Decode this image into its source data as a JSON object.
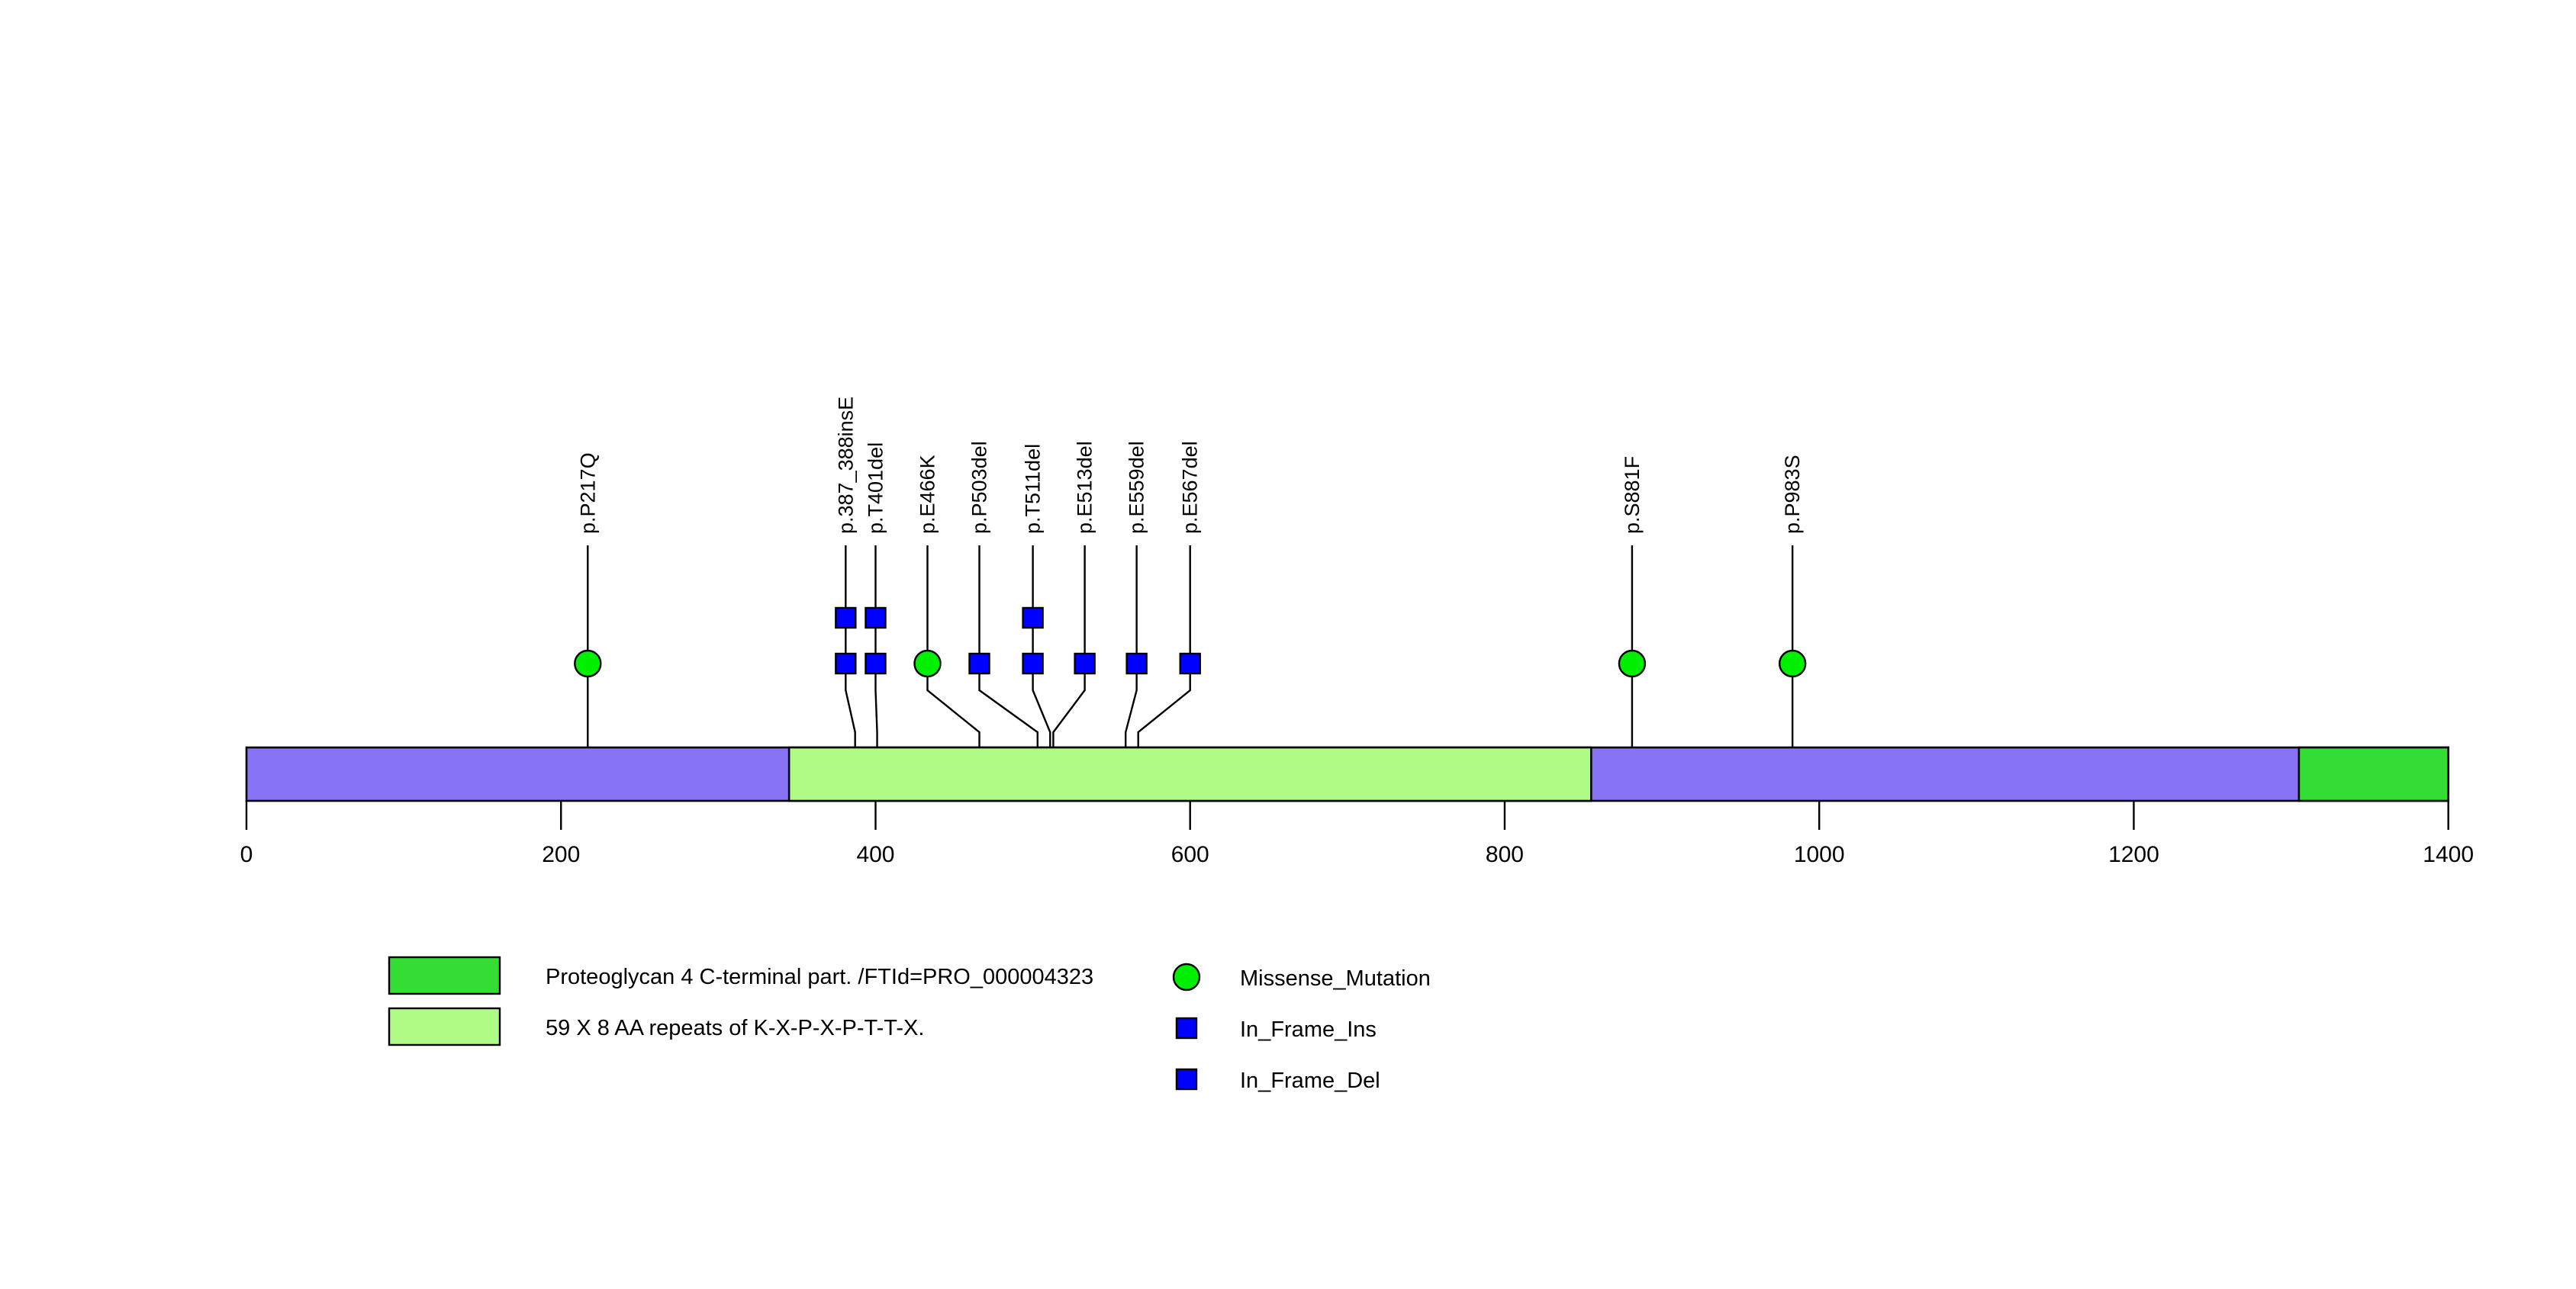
{
  "chart_data": {
    "type": "lollipop",
    "title": "",
    "xlabel": "",
    "ylabel": "",
    "xlim": [
      0,
      1400
    ],
    "axis": {
      "ticks": [
        0,
        200,
        400,
        600,
        800,
        1000,
        1200,
        1400
      ],
      "tick_labels": [
        "0",
        "200",
        "400",
        "600",
        "800",
        "1000",
        "1200",
        "1400"
      ]
    },
    "protein": {
      "length": 1400,
      "backbone_color": "#8674F5"
    },
    "domains": [
      {
        "name": "59 X 8 AA repeats of K-X-P-X-P-T-T-X.",
        "start": 345,
        "end": 855,
        "color": "#B0FB85"
      },
      {
        "name": "Proteoglycan 4 C-terminal part. /FTId=PRO_000004323",
        "start": 1305,
        "end": 1400,
        "color": "#33DD33"
      }
    ],
    "mutations": [
      {
        "label": "p.P217Q",
        "position": 217,
        "type": "Missense_Mutation",
        "count": 1,
        "label_x": 217
      },
      {
        "label": "p.387_388insE",
        "position": 387,
        "type": "In_Frame_Ins",
        "count": 2,
        "label_x": 381
      },
      {
        "label": "p.T401del",
        "position": 401,
        "type": "In_Frame_Del",
        "count": 2,
        "label_x": 400
      },
      {
        "label": "p.E466K",
        "position": 466,
        "type": "Missense_Mutation",
        "count": 1,
        "label_x": 433
      },
      {
        "label": "p.P503del",
        "position": 503,
        "type": "In_Frame_Del",
        "count": 1,
        "label_x": 466
      },
      {
        "label": "p.T511del",
        "position": 511,
        "type": "In_Frame_Del",
        "count": 2,
        "label_x": 500
      },
      {
        "label": "p.E513del",
        "position": 513,
        "type": "In_Frame_Del",
        "count": 1,
        "label_x": 533
      },
      {
        "label": "p.E559del",
        "position": 559,
        "type": "In_Frame_Del",
        "count": 1,
        "label_x": 566
      },
      {
        "label": "p.E567del",
        "position": 567,
        "type": "In_Frame_Del",
        "count": 1,
        "label_x": 600
      },
      {
        "label": "p.S881F",
        "position": 881,
        "type": "Missense_Mutation",
        "count": 1,
        "label_x": 881
      },
      {
        "label": "p.P983S",
        "position": 983,
        "type": "Missense_Mutation",
        "count": 1,
        "label_x": 983
      }
    ],
    "mutation_type_colors": {
      "Missense_Mutation": "#00EE00",
      "In_Frame_Ins": "#0000FF",
      "In_Frame_Del": "#0000FF"
    }
  },
  "legend": {
    "domain_entries": [
      {
        "label": "Proteoglycan 4 C-terminal part. /FTId=PRO_000004323",
        "color": "#33DD33",
        "shape": "rect"
      },
      {
        "label": "59 X 8 AA repeats of K-X-P-X-P-T-T-X.",
        "color": "#B0FB85",
        "shape": "rect"
      }
    ],
    "mutation_entries": [
      {
        "label": "Missense_Mutation",
        "color": "#00EE00",
        "shape": "circle"
      },
      {
        "label": "In_Frame_Ins",
        "color": "#0000FF",
        "shape": "square"
      },
      {
        "label": "In_Frame_Del",
        "color": "#0000FF",
        "shape": "square"
      }
    ]
  }
}
